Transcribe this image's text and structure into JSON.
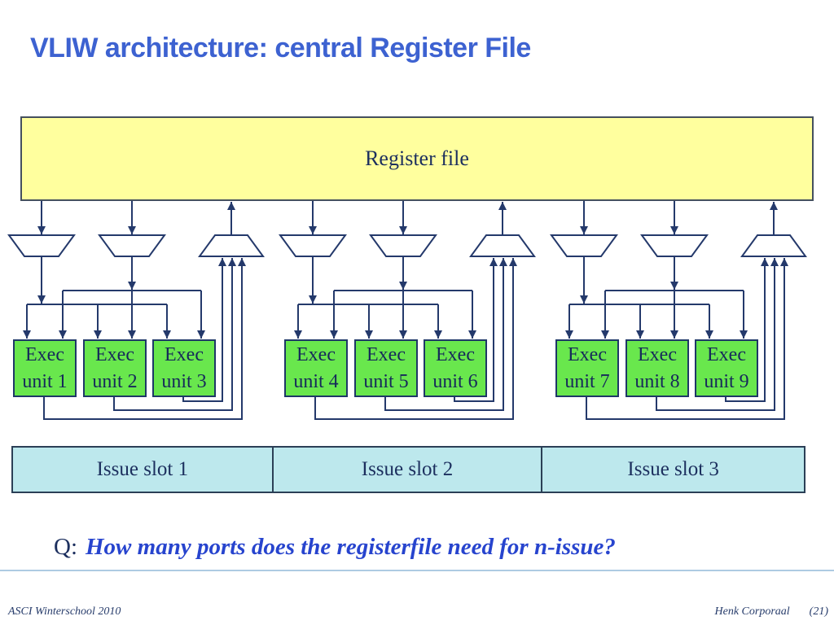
{
  "slide": {
    "title": "VLIW architecture: central Register File"
  },
  "diagram": {
    "register_file_label": "Register file",
    "exec_units": [
      "Exec\nunit 1",
      "Exec\nunit 2",
      "Exec\nunit 3",
      "Exec\nunit 4",
      "Exec\nunit 5",
      "Exec\nunit 6",
      "Exec\nunit 7",
      "Exec\nunit 8",
      "Exec\nunit 9"
    ],
    "issue_slots": [
      "Issue slot 1",
      "Issue slot 2",
      "Issue slot 3"
    ]
  },
  "question": {
    "prefix": "Q:",
    "text": "How many ports does the registerfile need for n-issue?"
  },
  "footer": {
    "left": "ASCI Winterschool 2010",
    "author": "Henk Corporaal",
    "page": "(21)"
  },
  "colors": {
    "title_blue": "#3D62D1",
    "question_blue": "#2744CE",
    "register_file_yellow": "#FFFF9E",
    "exec_unit_green": "#69E74D",
    "issue_slot_cyan": "#BDE8ED",
    "wire_navy": "#24396B",
    "text_navy": "#1C2F5E"
  }
}
